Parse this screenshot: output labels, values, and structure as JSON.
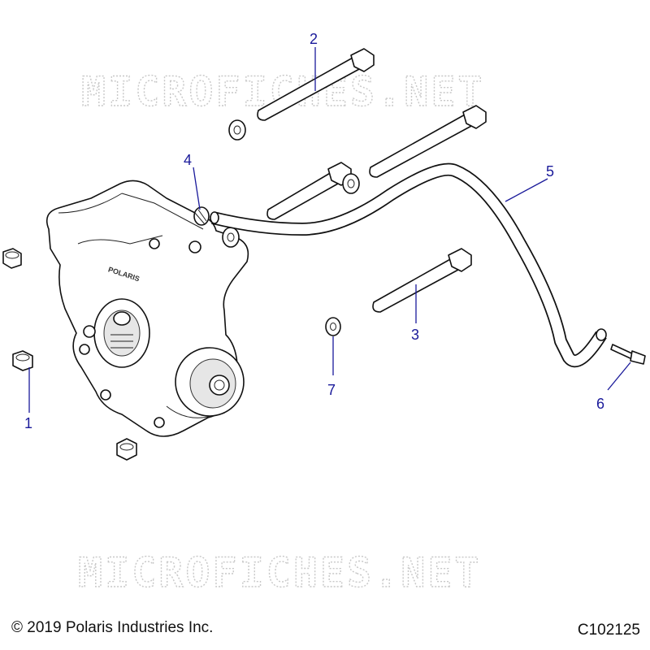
{
  "watermark": "MICROFICHES.NET",
  "callouts": [
    "1",
    "2",
    "3",
    "4",
    "5",
    "6",
    "7"
  ],
  "casting_logo": "POLARIS",
  "copyright": "© 2019 Polaris Industries Inc.",
  "figure_id": "C102125",
  "colors": {
    "callout": "#1a1a9a",
    "outline": "#111111",
    "watermark": "#c8c8c8"
  }
}
